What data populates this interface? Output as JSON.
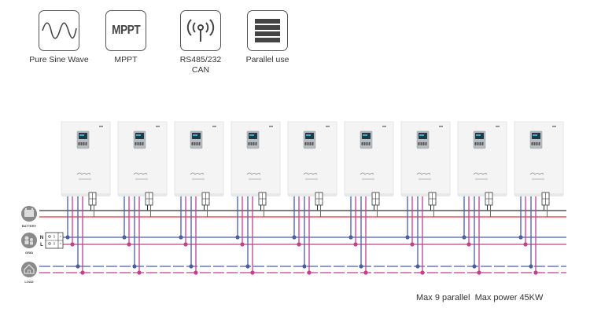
{
  "features": [
    {
      "icon": "sine-wave-icon",
      "label": "Pure Sine Wave"
    },
    {
      "icon": "mppt-icon",
      "label": "MPPT",
      "glyph": "MPPT"
    },
    {
      "icon": "antenna-signal-icon",
      "label_line1": "RS485/232",
      "label_line2": "CAN"
    },
    {
      "icon": "parallel-stack-icon",
      "label": "Parallel use"
    }
  ],
  "diagram": {
    "inverter_count": 9,
    "sources": [
      {
        "name": "battery",
        "label": "BATTERY"
      },
      {
        "name": "grid",
        "label": "GRID",
        "terminals": [
          "N",
          "L"
        ]
      },
      {
        "name": "load",
        "label": "LOAD"
      }
    ],
    "colors": {
      "neutral": "#4a5fa0",
      "live": "#c2408a",
      "battery_neg": "#333333",
      "battery_pos": "#e8343c",
      "source_icon": "#8a8a8a"
    }
  },
  "footer": {
    "text": "Max 9 parallel  Max power 45KW"
  }
}
